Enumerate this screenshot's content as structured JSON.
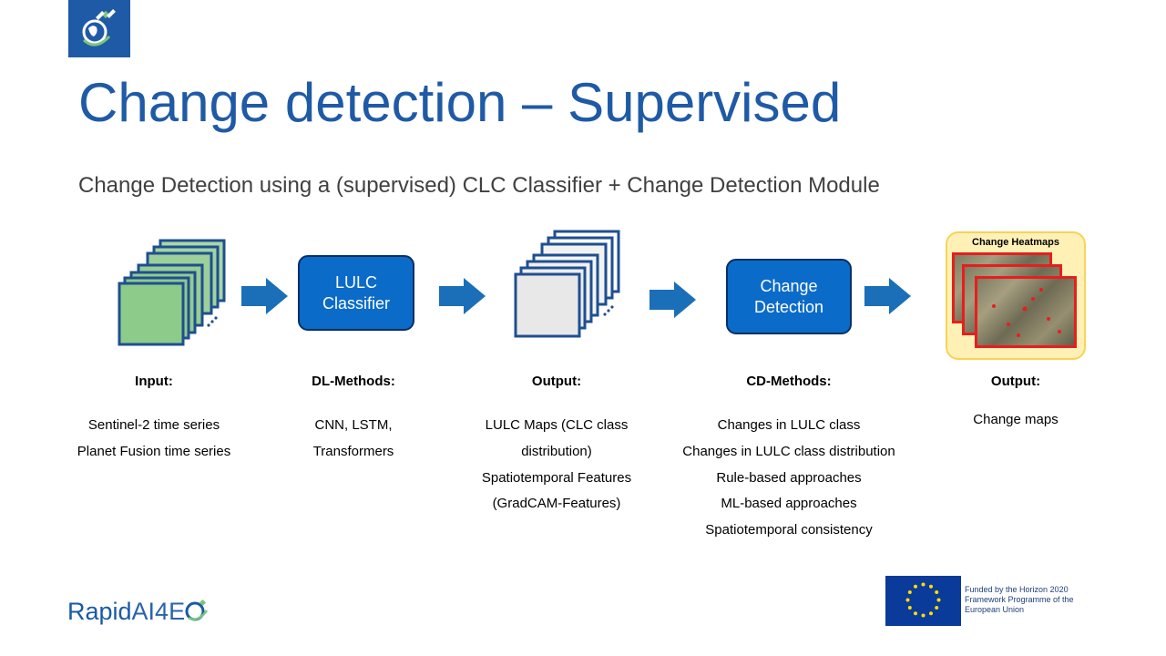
{
  "slide": {
    "title": "Change detection – Supervised",
    "subtitle": "Change Detection using a (supervised) CLC Classifier + Change Detection Module"
  },
  "blocks": {
    "classifier_label_1": "LULC",
    "classifier_label_2": "Classifier",
    "detection_label_1": "Change",
    "detection_label_2": "Detection",
    "heatmap_title": "Change Heatmaps"
  },
  "columns": [
    {
      "header": "Input:",
      "lines": [
        "Sentinel-2 time series",
        "Planet Fusion time series"
      ]
    },
    {
      "header": "DL-Methods:",
      "lines": [
        "CNN, LSTM,",
        "Transformers"
      ]
    },
    {
      "header": "Output:",
      "lines": [
        "LULC Maps (CLC class",
        "distribution)",
        "Spatiotemporal Features",
        "(GradCAM-Features)"
      ]
    },
    {
      "header": "CD-Methods:",
      "lines": [
        "Changes in LULC class",
        "Changes in LULC class distribution",
        "Rule-based approaches",
        "ML-based approaches",
        "Spatiotemporal consistency"
      ]
    },
    {
      "header": "Output:",
      "lines": [
        "Change maps"
      ]
    }
  ],
  "footer": {
    "brand_prefix": "Rapid",
    "brand_suffix": "AI4E",
    "eu_line_1": "Funded by the Horizon 2020",
    "eu_line_2": "Framework Programme of the",
    "eu_line_3": "European Union"
  },
  "colors": {
    "title_blue": "#1f5aa6",
    "process_fill": "#0b6bc9",
    "arrow_fill": "#1b6fb8",
    "green_tile": "#8dcb8b",
    "gray_tile": "#e8e8e8",
    "heatmap_bg": "#fff1b6",
    "heatmap_border": "#e81e1e",
    "eu_blue": "#0a3a9a",
    "eu_star": "#ffdd00"
  }
}
